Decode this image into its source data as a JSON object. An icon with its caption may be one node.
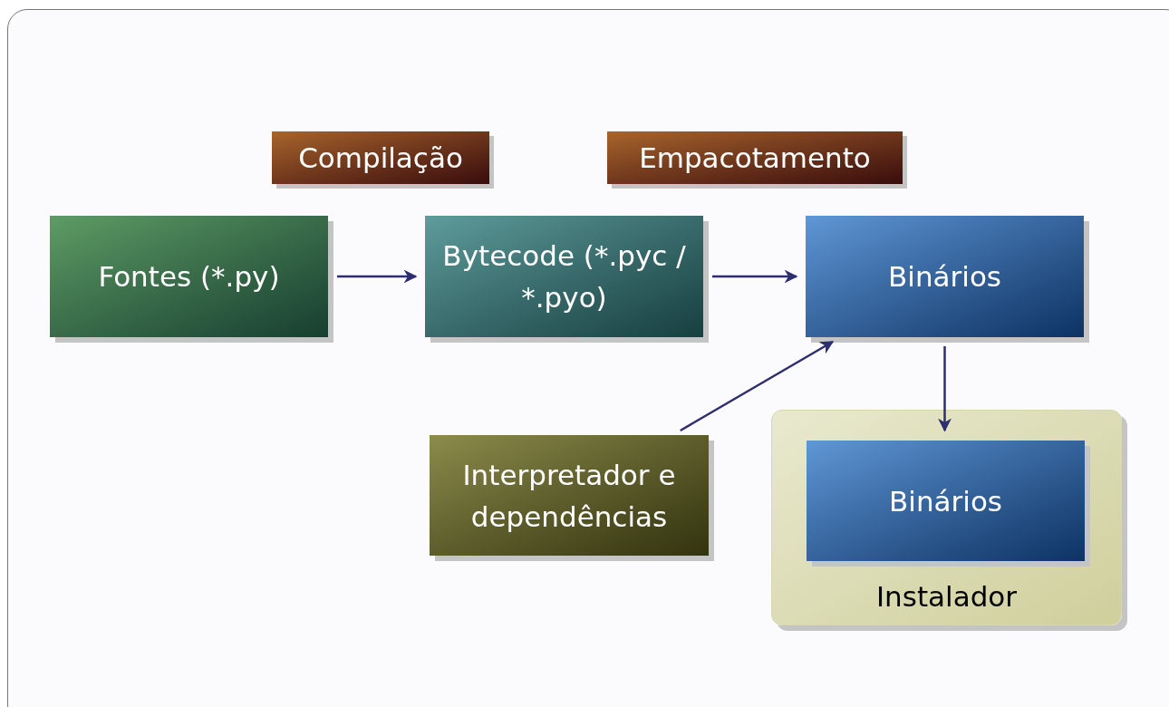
{
  "diagram": {
    "nodes": [
      {
        "text": [
          "Compilação"
        ]
      },
      {
        "text": [
          "Empacotamento"
        ]
      },
      {
        "text": [
          "Fontes (*.py)"
        ]
      },
      {
        "text": [
          "Bytecode (*.pyc / *.pyo)"
        ]
      },
      {
        "text": [
          "Binários"
        ]
      },
      {
        "text": [
          "Interpretador e dependências"
        ]
      },
      {
        "text": [
          "Instalador"
        ]
      },
      {
        "text": [
          "Binários"
        ],
        "in": 6
      }
    ],
    "edges": [
      {
        "from": 2,
        "to": 3,
        "arrow": "to"
      },
      {
        "from": 3,
        "to": 4,
        "arrow": "to"
      },
      {
        "from": 5,
        "to": 4,
        "arrow": "to"
      },
      {
        "from": 4,
        "to": 7,
        "arrow": "to"
      }
    ]
  }
}
